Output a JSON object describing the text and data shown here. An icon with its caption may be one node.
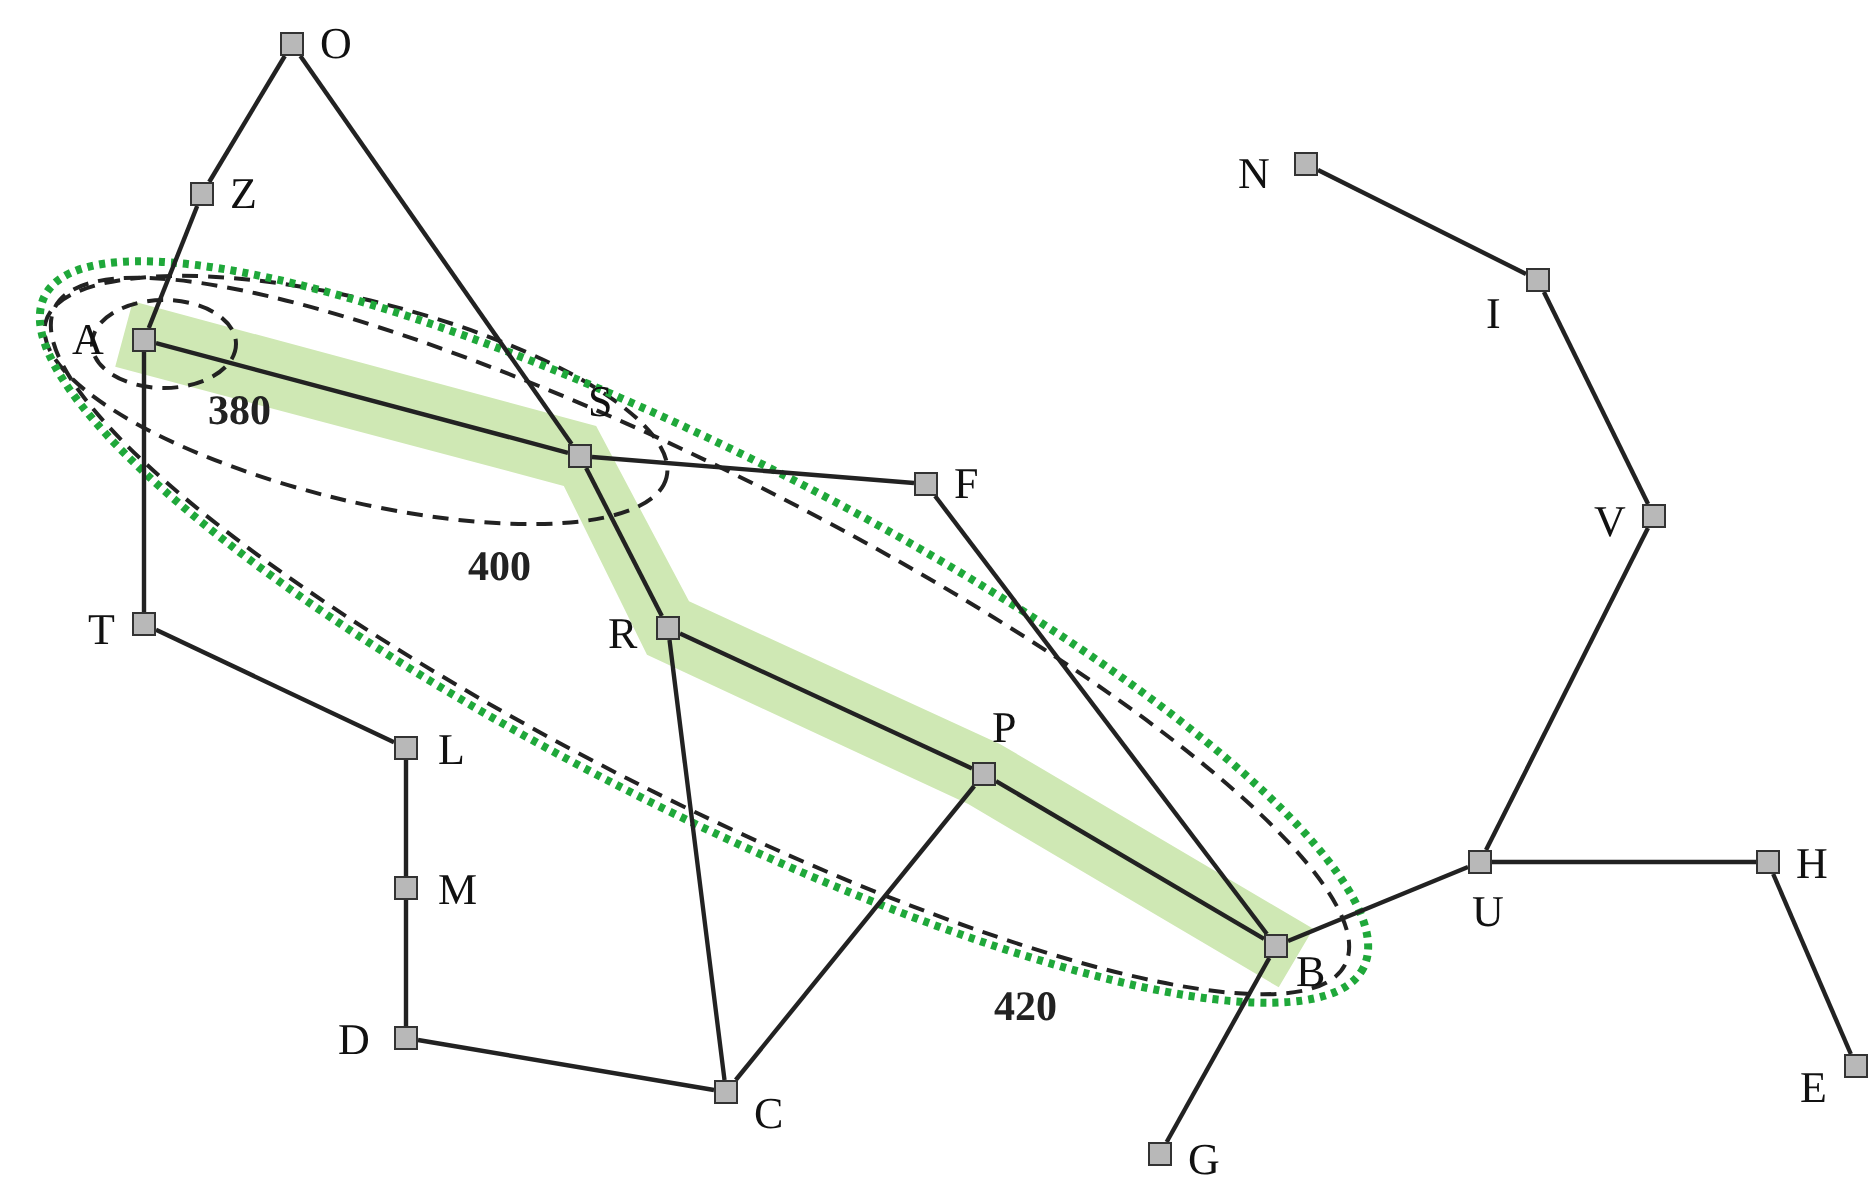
{
  "diagram": {
    "nodes": [
      {
        "text": [],
        "shape": "box",
        "beside": [
          "O"
        ]
      },
      {
        "text": [],
        "shape": "box",
        "beside": [
          "Z"
        ]
      },
      {
        "text": [],
        "shape": "box",
        "beside": [
          "A"
        ]
      },
      {
        "text": [],
        "shape": "box",
        "beside": [
          "S"
        ]
      },
      {
        "text": [],
        "shape": "box",
        "beside": [
          "F"
        ]
      },
      {
        "text": [],
        "shape": "box",
        "beside": [
          "T"
        ]
      },
      {
        "text": [],
        "shape": "box",
        "beside": [
          "R"
        ]
      },
      {
        "text": [],
        "shape": "box",
        "beside": [
          "L"
        ]
      },
      {
        "text": [],
        "shape": "box",
        "beside": [
          "M"
        ]
      },
      {
        "text": [],
        "shape": "box",
        "beside": [
          "D"
        ]
      },
      {
        "text": [],
        "shape": "box",
        "beside": [
          "C"
        ]
      },
      {
        "text": [],
        "shape": "box",
        "beside": [
          "P"
        ]
      },
      {
        "text": [],
        "shape": "box",
        "beside": [
          "B"
        ]
      },
      {
        "text": [],
        "shape": "box",
        "beside": [
          "G"
        ]
      },
      {
        "text": [],
        "shape": "box",
        "beside": [
          "U"
        ]
      },
      {
        "text": [],
        "shape": "box",
        "beside": [
          "H"
        ]
      },
      {
        "text": [],
        "shape": "box",
        "beside": [
          "E"
        ]
      },
      {
        "text": [],
        "shape": "box",
        "beside": [
          "V"
        ]
      },
      {
        "text": [],
        "shape": "box",
        "beside": [
          "I"
        ]
      },
      {
        "text": [],
        "shape": "box",
        "beside": [
          "N"
        ]
      }
    ],
    "edges": [
      {
        "from": 0,
        "to": 1,
        "arrow": "none"
      },
      {
        "from": 0,
        "to": 3,
        "arrow": "none"
      },
      {
        "from": 1,
        "to": 2,
        "arrow": "none"
      },
      {
        "from": 2,
        "to": 3,
        "arrow": "none"
      },
      {
        "from": 2,
        "to": 5,
        "arrow": "none"
      },
      {
        "from": 3,
        "to": 4,
        "arrow": "none"
      },
      {
        "from": 3,
        "to": 6,
        "arrow": "none"
      },
      {
        "from": 5,
        "to": 7,
        "arrow": "none"
      },
      {
        "from": 7,
        "to": 8,
        "arrow": "none"
      },
      {
        "from": 8,
        "to": 9,
        "arrow": "none"
      },
      {
        "from": 9,
        "to": 10,
        "arrow": "none"
      },
      {
        "from": 6,
        "to": 10,
        "arrow": "none"
      },
      {
        "from": 6,
        "to": 11,
        "arrow": "none"
      },
      {
        "from": 11,
        "to": 10,
        "arrow": "none"
      },
      {
        "from": 11,
        "to": 12,
        "arrow": "none"
      },
      {
        "from": 4,
        "to": 12,
        "arrow": "none"
      },
      {
        "from": 12,
        "to": 13,
        "arrow": "none"
      },
      {
        "from": 12,
        "to": 14,
        "arrow": "none"
      },
      {
        "from": 14,
        "to": 15,
        "arrow": "none"
      },
      {
        "from": 15,
        "to": 16,
        "arrow": "none"
      },
      {
        "from": 14,
        "to": 17,
        "arrow": "none"
      },
      {
        "from": 17,
        "to": 18,
        "arrow": "none"
      },
      {
        "from": 18,
        "to": 19,
        "arrow": "none"
      }
    ],
    "labels": [
      "380",
      "400",
      "420"
    ]
  }
}
